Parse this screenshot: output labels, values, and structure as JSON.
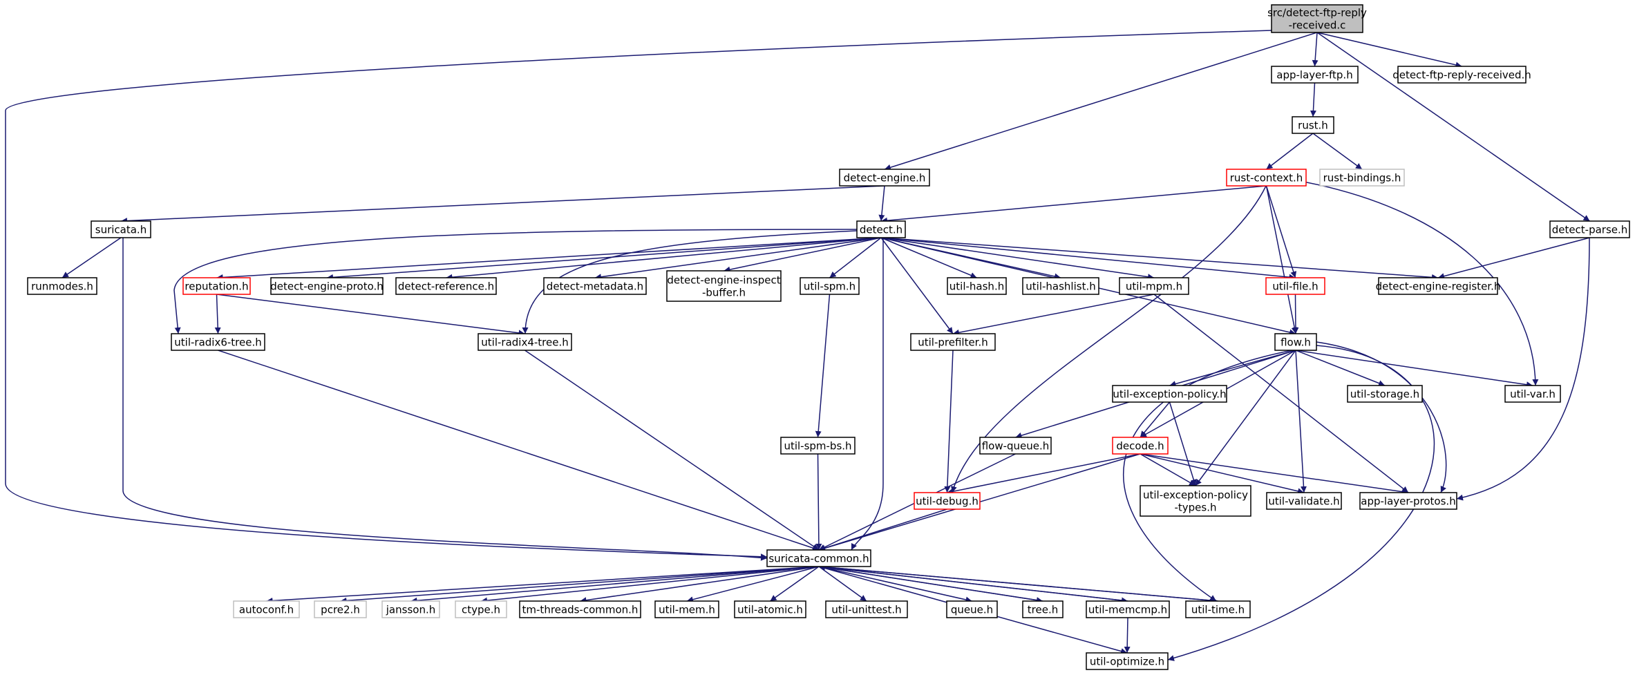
{
  "diagram": {
    "type": "include-dependency-graph",
    "colors": {
      "edge": "#191970",
      "node_border": "#000000",
      "truncated_border": "#ff0000",
      "external_border": "#bfbfbf",
      "root_fill": "#bfbfbf"
    },
    "nodes": {
      "root": [
        "src/detect-ftp-reply",
        "-received.c"
      ],
      "app_layer_ftp": [
        "app-layer-ftp.h"
      ],
      "detect_ftp_reply_received": [
        "detect-ftp-reply-received.h"
      ],
      "rust": [
        "rust.h"
      ],
      "rust_context": [
        "rust-context.h"
      ],
      "rust_bindings": [
        "rust-bindings.h"
      ],
      "detect_engine": [
        "detect-engine.h"
      ],
      "suricata": [
        "suricata.h"
      ],
      "detect": [
        "detect.h"
      ],
      "detect_parse": [
        "detect-parse.h"
      ],
      "runmodes": [
        "runmodes.h"
      ],
      "reputation": [
        "reputation.h"
      ],
      "detect_engine_proto": [
        "detect-engine-proto.h"
      ],
      "detect_reference": [
        "detect-reference.h"
      ],
      "detect_metadata": [
        "detect-metadata.h"
      ],
      "detect_engine_inspect_buffer": [
        "detect-engine-inspect",
        "-buffer.h"
      ],
      "util_spm": [
        "util-spm.h"
      ],
      "util_hash": [
        "util-hash.h"
      ],
      "util_hashlist": [
        "util-hashlist.h"
      ],
      "util_mpm": [
        "util-mpm.h"
      ],
      "util_file": [
        "util-file.h"
      ],
      "detect_engine_register": [
        "detect-engine-register.h"
      ],
      "util_radix6_tree": [
        "util-radix6-tree.h"
      ],
      "util_radix4_tree": [
        "util-radix4-tree.h"
      ],
      "util_prefilter": [
        "util-prefilter.h"
      ],
      "flow": [
        "flow.h"
      ],
      "util_exception_policy": [
        "util-exception-policy.h"
      ],
      "util_storage": [
        "util-storage.h"
      ],
      "util_var": [
        "util-var.h"
      ],
      "util_spm_bs": [
        "util-spm-bs.h"
      ],
      "flow_queue": [
        "flow-queue.h"
      ],
      "decode": [
        "decode.h"
      ],
      "util_debug": [
        "util-debug.h"
      ],
      "util_exception_policy_types": [
        "util-exception-policy",
        "-types.h"
      ],
      "util_validate": [
        "util-validate.h"
      ],
      "app_layer_protos": [
        "app-layer-protos.h"
      ],
      "suricata_common": [
        "suricata-common.h"
      ],
      "autoconf": [
        "autoconf.h"
      ],
      "pcre2": [
        "pcre2.h"
      ],
      "jansson": [
        "jansson.h"
      ],
      "ctype": [
        "ctype.h"
      ],
      "tm_threads_common": [
        "tm-threads-common.h"
      ],
      "util_mem": [
        "util-mem.h"
      ],
      "util_atomic": [
        "util-atomic.h"
      ],
      "util_unittest": [
        "util-unittest.h"
      ],
      "queue": [
        "queue.h"
      ],
      "tree": [
        "tree.h"
      ],
      "util_memcmp": [
        "util-memcmp.h"
      ],
      "util_time": [
        "util-time.h"
      ],
      "util_optimize": [
        "util-optimize.h"
      ]
    },
    "edges": [
      [
        "root",
        "app_layer_ftp"
      ],
      [
        "root",
        "detect_ftp_reply_received"
      ],
      [
        "root",
        "detect_engine"
      ],
      [
        "root",
        "detect_parse"
      ],
      [
        "root",
        "suricata_common"
      ],
      [
        "app_layer_ftp",
        "rust"
      ],
      [
        "rust",
        "rust_context"
      ],
      [
        "rust",
        "rust_bindings"
      ],
      [
        "rust_context",
        "detect"
      ],
      [
        "rust_context",
        "util_file"
      ],
      [
        "rust_context",
        "flow"
      ],
      [
        "rust_context",
        "util_var"
      ],
      [
        "rust_context",
        "util_debug"
      ],
      [
        "detect_engine",
        "detect"
      ],
      [
        "detect_engine",
        "suricata"
      ],
      [
        "suricata",
        "runmodes"
      ],
      [
        "suricata",
        "suricata_common"
      ],
      [
        "detect_parse",
        "detect_engine_register"
      ],
      [
        "detect_parse",
        "app_layer_protos"
      ],
      [
        "detect",
        "reputation"
      ],
      [
        "detect",
        "detect_engine_proto"
      ],
      [
        "detect",
        "detect_reference"
      ],
      [
        "detect",
        "detect_metadata"
      ],
      [
        "detect",
        "detect_engine_inspect_buffer"
      ],
      [
        "detect",
        "util_spm"
      ],
      [
        "detect",
        "util_hash"
      ],
      [
        "detect",
        "util_hashlist"
      ],
      [
        "detect",
        "util_mpm"
      ],
      [
        "detect",
        "util_file"
      ],
      [
        "detect",
        "detect_engine_register"
      ],
      [
        "detect",
        "util_radix6_tree"
      ],
      [
        "detect",
        "util_radix4_tree"
      ],
      [
        "detect",
        "util_prefilter"
      ],
      [
        "detect",
        "flow"
      ],
      [
        "detect",
        "suricata_common"
      ],
      [
        "reputation",
        "util_radix6_tree"
      ],
      [
        "reputation",
        "util_radix4_tree"
      ],
      [
        "util_radix6_tree",
        "suricata_common"
      ],
      [
        "util_radix4_tree",
        "suricata_common"
      ],
      [
        "util_spm",
        "util_spm_bs"
      ],
      [
        "util_spm_bs",
        "suricata_common"
      ],
      [
        "util_mpm",
        "util_prefilter"
      ],
      [
        "util_mpm",
        "app_layer_protos"
      ],
      [
        "util_prefilter",
        "util_debug"
      ],
      [
        "util_file",
        "flow"
      ],
      [
        "flow",
        "util_exception_policy"
      ],
      [
        "flow",
        "util_storage"
      ],
      [
        "flow",
        "util_var"
      ],
      [
        "flow",
        "flow_queue"
      ],
      [
        "flow",
        "decode"
      ],
      [
        "flow",
        "util_exception_policy_types"
      ],
      [
        "flow",
        "util_validate"
      ],
      [
        "flow",
        "app_layer_protos"
      ],
      [
        "flow",
        "util_time"
      ],
      [
        "flow",
        "util_optimize"
      ],
      [
        "util_exception_policy",
        "decode"
      ],
      [
        "util_exception_policy",
        "util_exception_policy_types"
      ],
      [
        "flow_queue",
        "suricata_common"
      ],
      [
        "decode",
        "util_debug"
      ],
      [
        "decode",
        "util_exception_policy_types"
      ],
      [
        "decode",
        "util_validate"
      ],
      [
        "decode",
        "app_layer_protos"
      ],
      [
        "decode",
        "suricata_common"
      ],
      [
        "util_debug",
        "suricata_common"
      ],
      [
        "suricata_common",
        "autoconf"
      ],
      [
        "suricata_common",
        "pcre2"
      ],
      [
        "suricata_common",
        "jansson"
      ],
      [
        "suricata_common",
        "ctype"
      ],
      [
        "suricata_common",
        "tm_threads_common"
      ],
      [
        "suricata_common",
        "util_mem"
      ],
      [
        "suricata_common",
        "util_atomic"
      ],
      [
        "suricata_common",
        "util_unittest"
      ],
      [
        "suricata_common",
        "queue"
      ],
      [
        "suricata_common",
        "tree"
      ],
      [
        "suricata_common",
        "util_memcmp"
      ],
      [
        "suricata_common",
        "util_time"
      ],
      [
        "suricata_common",
        "util_optimize"
      ],
      [
        "tree",
        "suricata_common"
      ],
      [
        "util_memcmp",
        "suricata_common"
      ],
      [
        "util_time",
        "suricata_common"
      ],
      [
        "util_memcmp",
        "util_optimize"
      ]
    ]
  }
}
